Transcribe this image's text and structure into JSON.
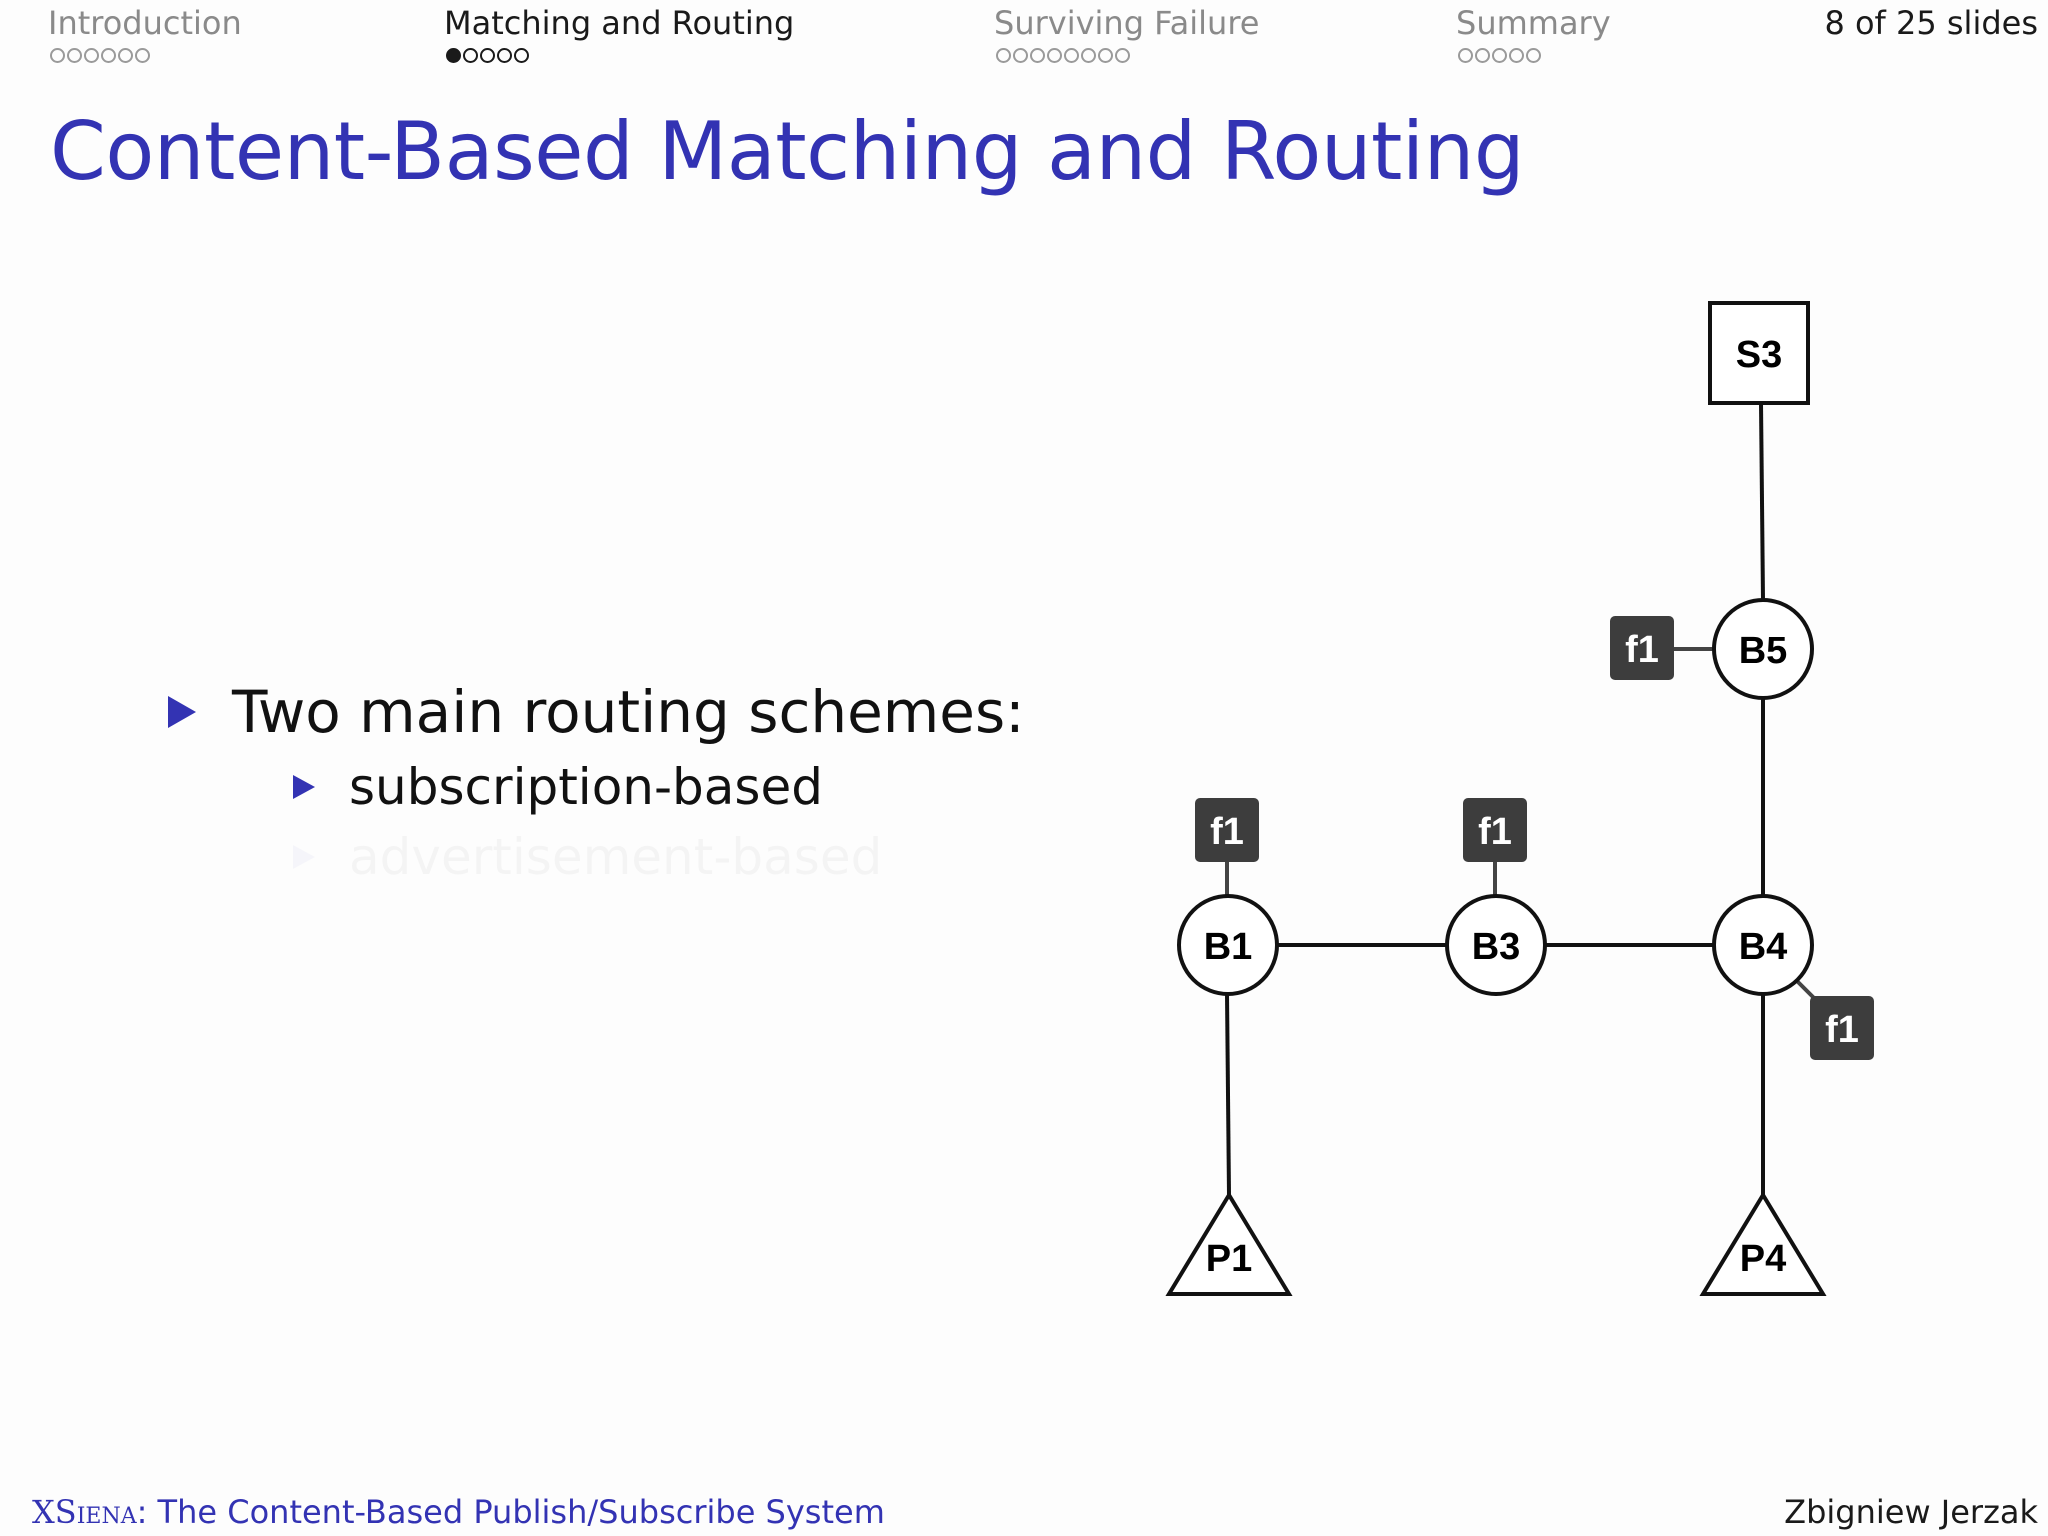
{
  "nav": {
    "sections": [
      {
        "title": "Introduction",
        "dots": 6,
        "filled": 0
      },
      {
        "title": "Matching and Routing",
        "dots": 5,
        "filled": 1
      },
      {
        "title": "Surviving Failure",
        "dots": 8,
        "filled": 0
      },
      {
        "title": "Summary",
        "dots": 5,
        "filled": 0
      }
    ],
    "slide_count": "8 of 25 slides"
  },
  "slide": {
    "title": "Content-Based Matching and Routing",
    "bullets": {
      "main": "Two main routing schemes:",
      "sub1": "subscription-based",
      "sub2": "advertisement-based"
    }
  },
  "diagram": {
    "subscriber": "S3",
    "brokers": {
      "b1": "B1",
      "b3": "B3",
      "b4": "B4",
      "b5": "B5"
    },
    "publishers": {
      "p1": "P1",
      "p4": "P4"
    },
    "filter": "f1"
  },
  "footer": {
    "system_name": "XSiena",
    "subtitle": ": The Content-Based Publish/Subscribe System",
    "author": "Zbigniew Jerzak"
  },
  "colors": {
    "accent": "#3333b3",
    "filter_fill": "#3d3d3d"
  }
}
